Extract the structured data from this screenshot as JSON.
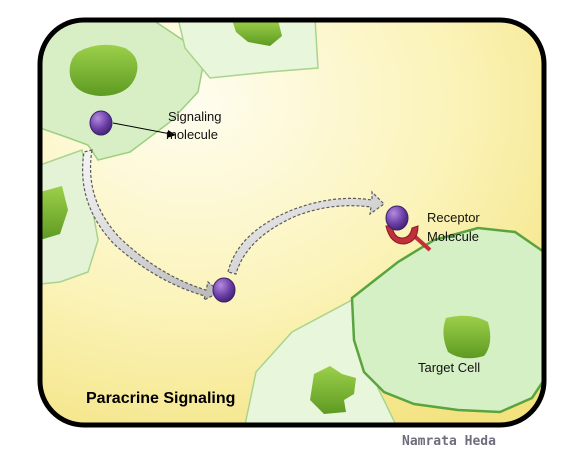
{
  "diagram": {
    "title": "Paracrine Signaling",
    "labels": {
      "signaling_line1": "Signaling",
      "signaling_line2": "molecule",
      "receptor_line1": "Receptor",
      "receptor_line2": "Molecule",
      "target_cell": "Target Cell"
    },
    "credit": "Namrata Heda"
  },
  "colors": {
    "frame": "#000000",
    "background_light": "#fffbe0",
    "background_yellow": "#f7e98c",
    "cell_fill": "#d5f0c8",
    "cell_border": "#5aa43f",
    "nucleus": "#7fb832",
    "molecule": "#6b3fa6",
    "receptor": "#c0303a",
    "arrow": "#8a8a8a"
  }
}
